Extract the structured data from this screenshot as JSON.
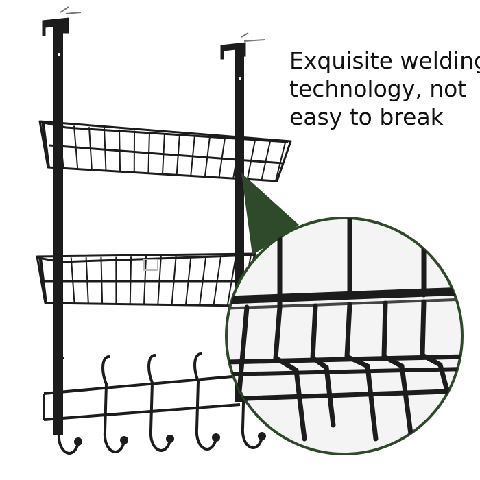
{
  "caption": {
    "lines": [
      "Exquisite welding",
      "technology, not",
      "easy to break"
    ]
  },
  "colors": {
    "background": "#ffffff",
    "metal": "#1c1c1c",
    "zoom_border": "#2e4a2a",
    "zoom_pointer": "#2f4a2b",
    "zoom_background": "#f4f4f4",
    "caption_text": "#111111"
  },
  "product": {
    "name": "over-the-door wire storage rack",
    "baskets": 2,
    "hooks": 5
  }
}
